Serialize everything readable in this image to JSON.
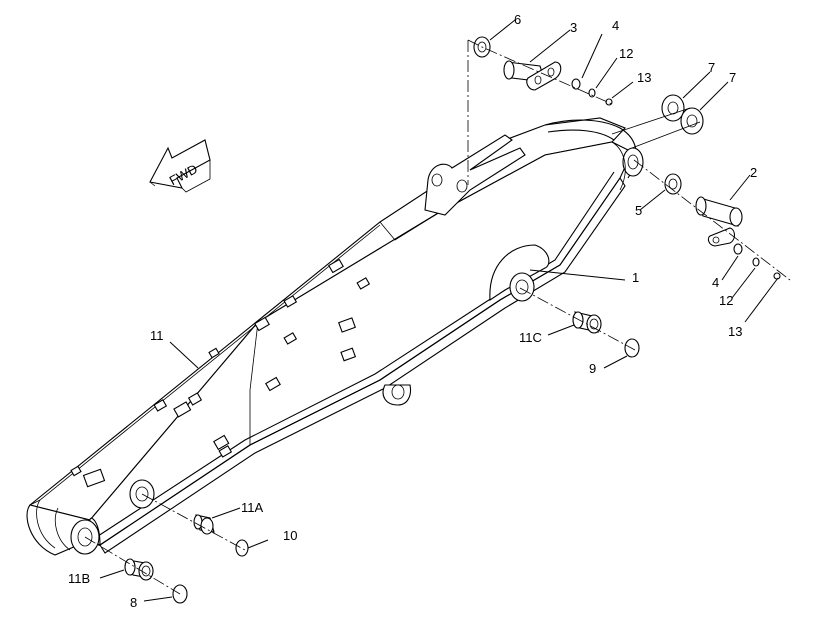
{
  "diagram": {
    "direction_arrow_text": "FWD",
    "callouts": {
      "c1": "1",
      "c2": "2",
      "c3": "3",
      "c4a": "4",
      "c4b": "4",
      "c5": "5",
      "c6": "6",
      "c7a": "7",
      "c7b": "7",
      "c8": "8",
      "c9": "9",
      "c10": "10",
      "c11": "11",
      "c11a": "11A",
      "c11b": "11B",
      "c11c": "11C",
      "c12a": "12",
      "c12b": "12",
      "c13a": "13",
      "c13b": "13"
    }
  }
}
